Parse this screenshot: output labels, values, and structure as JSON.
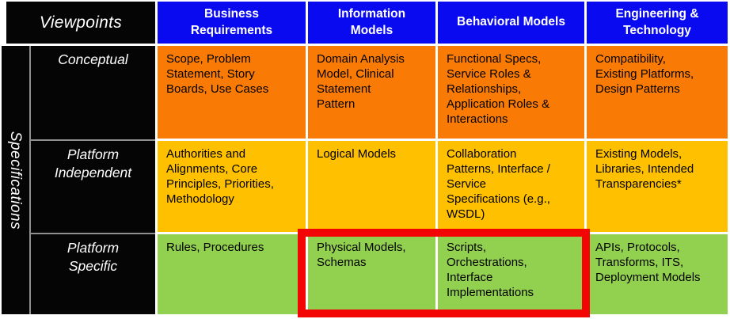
{
  "table": {
    "corner_header": "Viewpoints",
    "side_header": "Specifications",
    "columns": [
      {
        "label": "Business\nRequirements"
      },
      {
        "label": "Information\nModels"
      },
      {
        "label": "Behavioral Models"
      },
      {
        "label": "Engineering &\nTechnology"
      }
    ],
    "rows": [
      {
        "label": "Conceptual",
        "cells": [
          "Scope, Problem\nStatement, Story\nBoards, Use Cases",
          "Domain Analysis\nModel, Clinical\nStatement\nPattern",
          "Functional Specs,\nService Roles &\nRelationships,\nApplication Roles &\nInteractions",
          "Compatibility,\nExisting Platforms,\nDesign Patterns"
        ]
      },
      {
        "label": "Platform\nIndependent",
        "cells": [
          "Authorities and\nAlignments,  Core\nPrinciples, Priorities,\nMethodology",
          "Logical Models",
          "Collaboration\nPatterns, Interface /\nService\nSpecifications (e.g.,\nWSDL)",
          "Existing Models,\nLibraries, Intended\nTransparencies*"
        ]
      },
      {
        "label": "Platform\nSpecific",
        "cells": [
          "Rules, Procedures",
          "Physical Models,\nSchemas",
          "Scripts,\nOrchestrations,\nInterface\nImplementations",
          "APIs, Protocols,\nTransforms, ITS,\nDeployment Models"
        ]
      }
    ]
  },
  "highlight": {
    "description": "red emphasis box over Platform Specific row: Information Models and Behavioral Models cells"
  },
  "colors": {
    "blue": "#0a0af0",
    "orange": "#f97b05",
    "amber": "#ffc000",
    "green": "#92d050",
    "red": "#f40505",
    "black": "#050505",
    "line-gray": "#8f8f8f",
    "page-bg": "#ffffff"
  }
}
